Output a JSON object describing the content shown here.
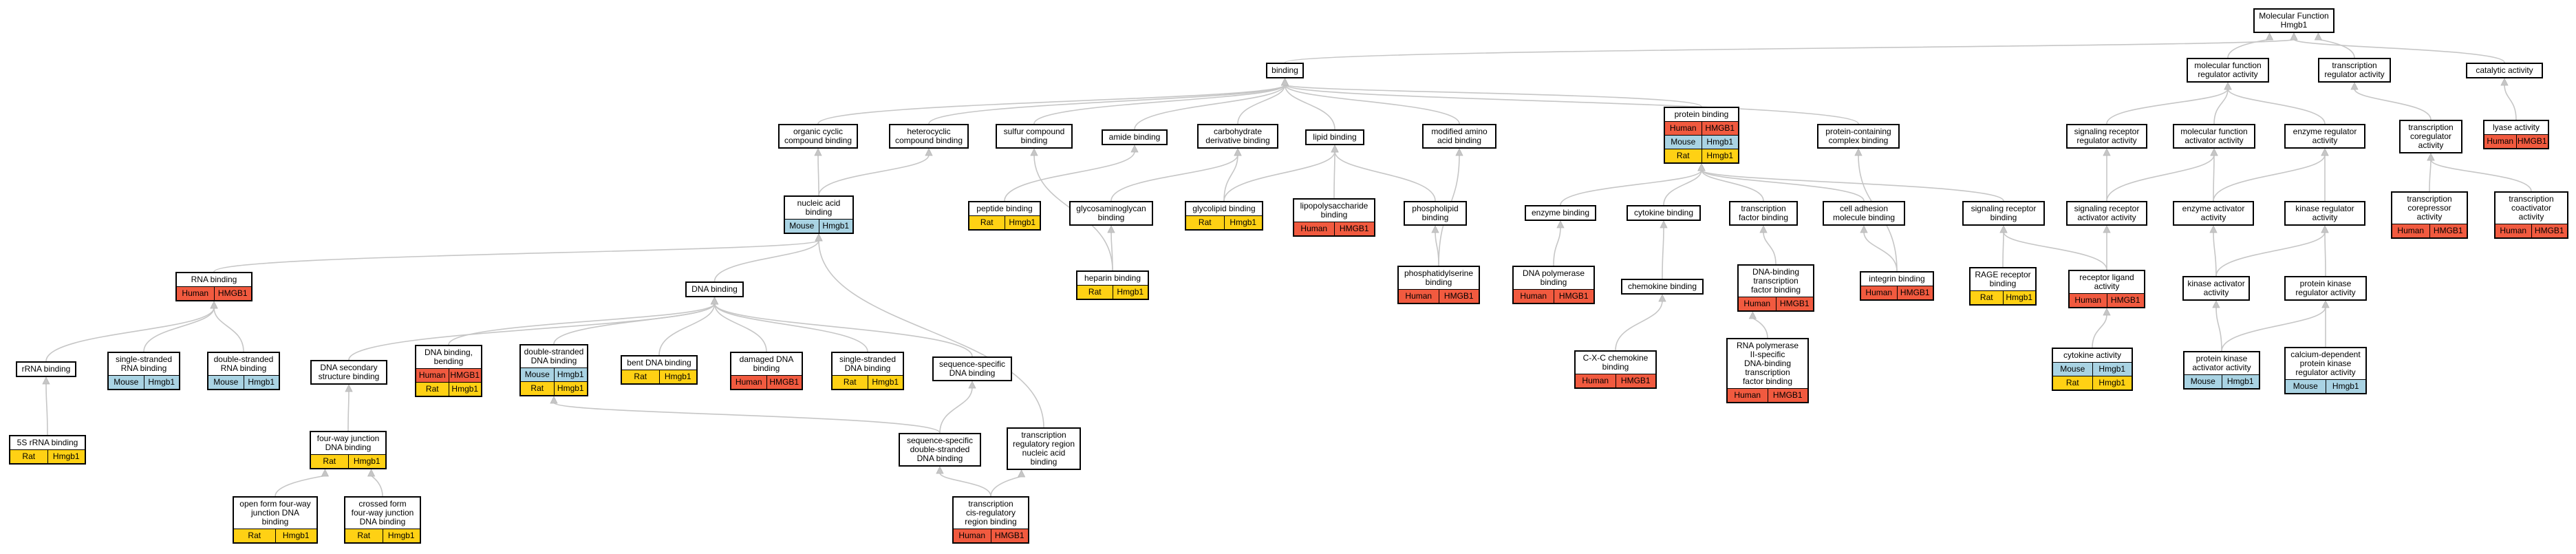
{
  "colors": {
    "Human": "#f15a3f",
    "Mouse": "#a9d3e3",
    "Rat": "#ffd114",
    "edge": "#c6c6c6"
  },
  "nodes": [
    {
      "id": "mf",
      "label": "Molecular Function\nHmgb1"
    },
    {
      "id": "binding",
      "label": "binding"
    },
    {
      "id": "mfra",
      "label": "molecular function\nregulator activity"
    },
    {
      "id": "tra",
      "label": "transcription\nregulator activity"
    },
    {
      "id": "cat",
      "label": "catalytic activity"
    },
    {
      "id": "occb",
      "label": "organic cyclic\ncompound binding"
    },
    {
      "id": "hcb",
      "label": "heterocyclic\ncompound binding"
    },
    {
      "id": "scb",
      "label": "sulfur compound\nbinding"
    },
    {
      "id": "amb",
      "label": "amide binding"
    },
    {
      "id": "cdb",
      "label": "carbohydrate\nderivative binding"
    },
    {
      "id": "lip",
      "label": "lipid binding"
    },
    {
      "id": "maab",
      "label": "modified amino\nacid binding"
    },
    {
      "id": "pb",
      "label": "protein binding",
      "annos": [
        [
          "Human",
          "HMGB1"
        ],
        [
          "Mouse",
          "Hmgb1"
        ],
        [
          "Rat",
          "Hmgb1"
        ]
      ]
    },
    {
      "id": "pccb",
      "label": "protein-containing\ncomplex binding"
    },
    {
      "id": "srra",
      "label": "signaling receptor\nregulator activity"
    },
    {
      "id": "mfaa",
      "label": "molecular function\nactivator activity"
    },
    {
      "id": "era",
      "label": "enzyme regulator\nactivity"
    },
    {
      "id": "tcoa",
      "label": "transcription\ncoregulator\nactivity"
    },
    {
      "id": "lya",
      "label": "lyase activity",
      "annos": [
        [
          "Human",
          "HMGB1"
        ]
      ]
    },
    {
      "id": "nab",
      "label": "nucleic acid\nbinding",
      "annos": [
        [
          "Mouse",
          "Hmgb1"
        ]
      ]
    },
    {
      "id": "pepb",
      "label": "peptide binding",
      "annos": [
        [
          "Rat",
          "Hmgb1"
        ]
      ]
    },
    {
      "id": "gagb",
      "label": "glycosaminoglycan\nbinding"
    },
    {
      "id": "glb",
      "label": "glycolipid binding",
      "annos": [
        [
          "Rat",
          "Hmgb1"
        ]
      ]
    },
    {
      "id": "lpsb",
      "label": "lipopolysaccharide\nbinding",
      "annos": [
        [
          "Human",
          "HMGB1"
        ]
      ]
    },
    {
      "id": "phb",
      "label": "phospholipid\nbinding"
    },
    {
      "id": "hepb",
      "label": "heparin binding",
      "annos": [
        [
          "Rat",
          "Hmgb1"
        ]
      ]
    },
    {
      "id": "psb",
      "label": "phosphatidylserine\nbinding",
      "annos": [
        [
          "Human",
          "HMGB1"
        ]
      ]
    },
    {
      "id": "enzb",
      "label": "enzyme binding"
    },
    {
      "id": "cytb",
      "label": "cytokine binding"
    },
    {
      "id": "tfb",
      "label": "transcription\nfactor binding"
    },
    {
      "id": "camb",
      "label": "cell adhesion\nmolecule binding"
    },
    {
      "id": "srb",
      "label": "signaling receptor\nbinding"
    },
    {
      "id": "sraa",
      "label": "signaling receptor\nactivator activity"
    },
    {
      "id": "eaa",
      "label": "enzyme activator\nactivity"
    },
    {
      "id": "kra",
      "label": "kinase regulator\nactivity"
    },
    {
      "id": "tcra",
      "label": "transcription\ncorepressor\nactivity",
      "annos": [
        [
          "Human",
          "HMGB1"
        ]
      ]
    },
    {
      "id": "tcaa",
      "label": "transcription\ncoactivator\nactivity",
      "annos": [
        [
          "Human",
          "HMGB1"
        ]
      ]
    },
    {
      "id": "rnab",
      "label": "RNA binding",
      "annos": [
        [
          "Human",
          "HMGB1"
        ]
      ]
    },
    {
      "id": "dnab",
      "label": "DNA binding"
    },
    {
      "id": "dnapb",
      "label": "DNA polymerase\nbinding",
      "annos": [
        [
          "Human",
          "HMGB1"
        ]
      ]
    },
    {
      "id": "chb",
      "label": "chemokine binding"
    },
    {
      "id": "dbtfb",
      "label": "DNA-binding\ntranscription\nfactor binding",
      "annos": [
        [
          "Human",
          "HMGB1"
        ]
      ]
    },
    {
      "id": "intb",
      "label": "integrin binding",
      "annos": [
        [
          "Human",
          "HMGB1"
        ]
      ]
    },
    {
      "id": "rageb",
      "label": "RAGE receptor\nbinding",
      "annos": [
        [
          "Rat",
          "Hmgb1"
        ]
      ]
    },
    {
      "id": "rla",
      "label": "receptor ligand\nactivity",
      "annos": [
        [
          "Human",
          "HMGB1"
        ]
      ]
    },
    {
      "id": "kaa",
      "label": "kinase activator\nactivity"
    },
    {
      "id": "pkra",
      "label": "protein kinase\nregulator activity"
    },
    {
      "id": "rrnab",
      "label": "rRNA binding"
    },
    {
      "id": "ssrnab",
      "label": "single-stranded\nRNA binding",
      "annos": [
        [
          "Mouse",
          "Hmgb1"
        ]
      ]
    },
    {
      "id": "dsrnab",
      "label": "double-stranded\nRNA binding",
      "annos": [
        [
          "Mouse",
          "Hmgb1"
        ]
      ]
    },
    {
      "id": "dssb",
      "label": "DNA secondary\nstructure binding"
    },
    {
      "id": "dnabb",
      "label": "DNA binding,\nbending",
      "annos": [
        [
          "Human",
          "HMGB1"
        ],
        [
          "Rat",
          "Hmgb1"
        ]
      ]
    },
    {
      "id": "dsdnab",
      "label": "double-stranded\nDNA binding",
      "annos": [
        [
          "Mouse",
          "Hmgb1"
        ],
        [
          "Rat",
          "Hmgb1"
        ]
      ]
    },
    {
      "id": "bentb",
      "label": "bent DNA binding",
      "annos": [
        [
          "Rat",
          "Hmgb1"
        ]
      ]
    },
    {
      "id": "damb",
      "label": "damaged DNA\nbinding",
      "annos": [
        [
          "Human",
          "HMGB1"
        ]
      ]
    },
    {
      "id": "ssdnab",
      "label": "single-stranded\nDNA binding",
      "annos": [
        [
          "Rat",
          "Hmgb1"
        ]
      ]
    },
    {
      "id": "ssdb",
      "label": "sequence-specific\nDNA binding"
    },
    {
      "id": "cxcb",
      "label": "C-X-C chemokine\nbinding",
      "annos": [
        [
          "Human",
          "HMGB1"
        ]
      ]
    },
    {
      "id": "rnap2",
      "label": "RNA polymerase\nII-specific\nDNA-binding\ntranscription\nfactor binding",
      "annos": [
        [
          "Human",
          "HMGB1"
        ]
      ]
    },
    {
      "id": "cyta",
      "label": "cytokine activity",
      "annos": [
        [
          "Mouse",
          "Hmgb1"
        ],
        [
          "Rat",
          "Hmgb1"
        ]
      ]
    },
    {
      "id": "pkaa",
      "label": "protein kinase\nactivator activity",
      "annos": [
        [
          "Mouse",
          "Hmgb1"
        ]
      ]
    },
    {
      "id": "cdpk",
      "label": "calcium-dependent\nprotein kinase\nregulator activity",
      "annos": [
        [
          "Mouse",
          "Hmgb1"
        ]
      ]
    },
    {
      "id": "s5",
      "label": "5S rRNA binding",
      "annos": [
        [
          "Rat",
          "Hmgb1"
        ]
      ]
    },
    {
      "id": "fwj",
      "label": "four-way junction\nDNA binding",
      "annos": [
        [
          "Rat",
          "Hmgb1"
        ]
      ]
    },
    {
      "id": "ssdsdb",
      "label": "sequence-specific\ndouble-stranded\nDNA binding"
    },
    {
      "id": "trrn",
      "label": "transcription\nregulatory region\nnucleic acid\nbinding"
    },
    {
      "id": "of4w",
      "label": "open form four-way\njunction DNA\nbinding",
      "annos": [
        [
          "Rat",
          "Hmgb1"
        ]
      ]
    },
    {
      "id": "cf4w",
      "label": "crossed form\nfour-way junction\nDNA binding",
      "annos": [
        [
          "Rat",
          "Hmgb1"
        ]
      ]
    },
    {
      "id": "tcis",
      "label": "transcription\ncis-regulatory\nregion binding",
      "annos": [
        [
          "Human",
          "HMGB1"
        ]
      ]
    }
  ],
  "edges": [
    [
      "binding",
      "mf"
    ],
    [
      "mfra",
      "mf"
    ],
    [
      "tra",
      "mf"
    ],
    [
      "cat",
      "mf"
    ],
    [
      "occb",
      "binding"
    ],
    [
      "hcb",
      "binding"
    ],
    [
      "scb",
      "binding"
    ],
    [
      "amb",
      "binding"
    ],
    [
      "cdb",
      "binding"
    ],
    [
      "lip",
      "binding"
    ],
    [
      "maab",
      "binding"
    ],
    [
      "pb",
      "binding"
    ],
    [
      "pccb",
      "binding"
    ],
    [
      "srra",
      "mfra"
    ],
    [
      "mfaa",
      "mfra"
    ],
    [
      "era",
      "mfra"
    ],
    [
      "tcoa",
      "tra"
    ],
    [
      "lya",
      "cat"
    ],
    [
      "nab",
      "occb"
    ],
    [
      "nab",
      "hcb"
    ],
    [
      "pepb",
      "amb"
    ],
    [
      "gagb",
      "cdb"
    ],
    [
      "glb",
      "cdb"
    ],
    [
      "glb",
      "lip"
    ],
    [
      "lpsb",
      "lip"
    ],
    [
      "phb",
      "lip"
    ],
    [
      "hepb",
      "scb"
    ],
    [
      "hepb",
      "gagb"
    ],
    [
      "psb",
      "phb"
    ],
    [
      "psb",
      "maab"
    ],
    [
      "enzb",
      "pb"
    ],
    [
      "cytb",
      "pb"
    ],
    [
      "tfb",
      "pb"
    ],
    [
      "camb",
      "pb"
    ],
    [
      "srb",
      "pb"
    ],
    [
      "sraa",
      "srra"
    ],
    [
      "sraa",
      "mfaa"
    ],
    [
      "eaa",
      "mfaa"
    ],
    [
      "eaa",
      "era"
    ],
    [
      "kra",
      "era"
    ],
    [
      "tcra",
      "tcoa"
    ],
    [
      "tcaa",
      "tcoa"
    ],
    [
      "rnab",
      "nab"
    ],
    [
      "dnab",
      "nab"
    ],
    [
      "dnapb",
      "enzb"
    ],
    [
      "chb",
      "cytb"
    ],
    [
      "dbtfb",
      "tfb"
    ],
    [
      "intb",
      "camb"
    ],
    [
      "intb",
      "pccb"
    ],
    [
      "rageb",
      "srb"
    ],
    [
      "rla",
      "srb"
    ],
    [
      "rla",
      "sraa"
    ],
    [
      "kaa",
      "eaa"
    ],
    [
      "kaa",
      "kra"
    ],
    [
      "pkra",
      "kra"
    ],
    [
      "rrnab",
      "rnab"
    ],
    [
      "ssrnab",
      "rnab"
    ],
    [
      "dsrnab",
      "rnab"
    ],
    [
      "dssb",
      "dnab"
    ],
    [
      "dnabb",
      "dnab"
    ],
    [
      "dsdnab",
      "dnab"
    ],
    [
      "bentb",
      "dnab"
    ],
    [
      "damb",
      "dnab"
    ],
    [
      "ssdnab",
      "dnab"
    ],
    [
      "ssdb",
      "dnab"
    ],
    [
      "cxcb",
      "chb"
    ],
    [
      "rnap2",
      "dbtfb"
    ],
    [
      "cyta",
      "rla"
    ],
    [
      "pkaa",
      "kaa"
    ],
    [
      "pkaa",
      "pkra"
    ],
    [
      "cdpk",
      "pkra"
    ],
    [
      "s5",
      "rrnab"
    ],
    [
      "fwj",
      "dssb"
    ],
    [
      "ssdsdb",
      "dsdnab"
    ],
    [
      "ssdsdb",
      "ssdb"
    ],
    [
      "trrn",
      "nab"
    ],
    [
      "of4w",
      "fwj"
    ],
    [
      "cf4w",
      "fwj"
    ],
    [
      "tcis",
      "ssdsdb"
    ],
    [
      "tcis",
      "trrn"
    ]
  ]
}
